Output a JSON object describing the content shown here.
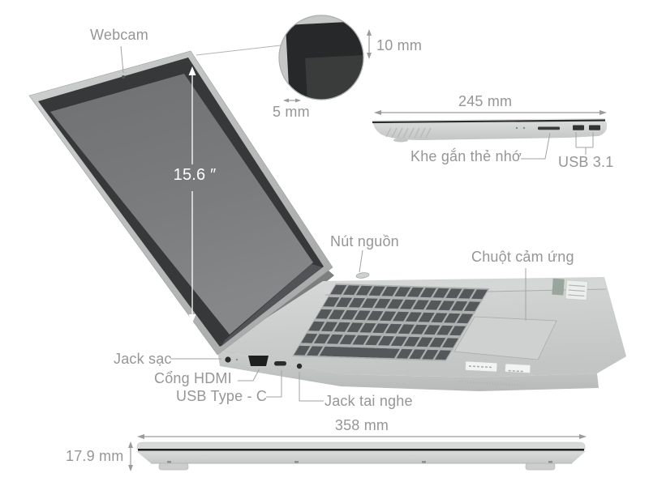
{
  "main_view": {
    "webcam_label": "Webcam",
    "screen_size_label": "15.6 ″",
    "power_button_label": "Nút nguồn",
    "touchpad_label": "Chuột cảm ứng",
    "charging_jack_label": "Jack sạc",
    "hdmi_port_label": "Cổng HDMI",
    "usb_type_c_label": "USB Type - C",
    "headphone_jack_label": "Jack tai nghe"
  },
  "bezel_detail_view": {
    "top_bezel_thickness_label": "10 mm",
    "side_bezel_thickness_label": "5 mm"
  },
  "right_side_view": {
    "depth_label": "245 mm",
    "memory_card_slot_label": "Khe gắn thẻ nhớ",
    "usb_ports_label": "USB 3.1"
  },
  "front_view": {
    "width_label": "358 mm",
    "thickness_label": "17.9 mm"
  },
  "colors": {
    "background": "#ffffff",
    "label_text": "#969696",
    "screen_label_text": "#ffffff",
    "dimension_lines": "#9b9b9b",
    "leader_lines": "#a3a3a3",
    "laptop_body_silver": "#c9cccb",
    "screen_gray": "#767879",
    "bezel_dark": "#36383a",
    "keyboard_keys": "#55585a"
  }
}
